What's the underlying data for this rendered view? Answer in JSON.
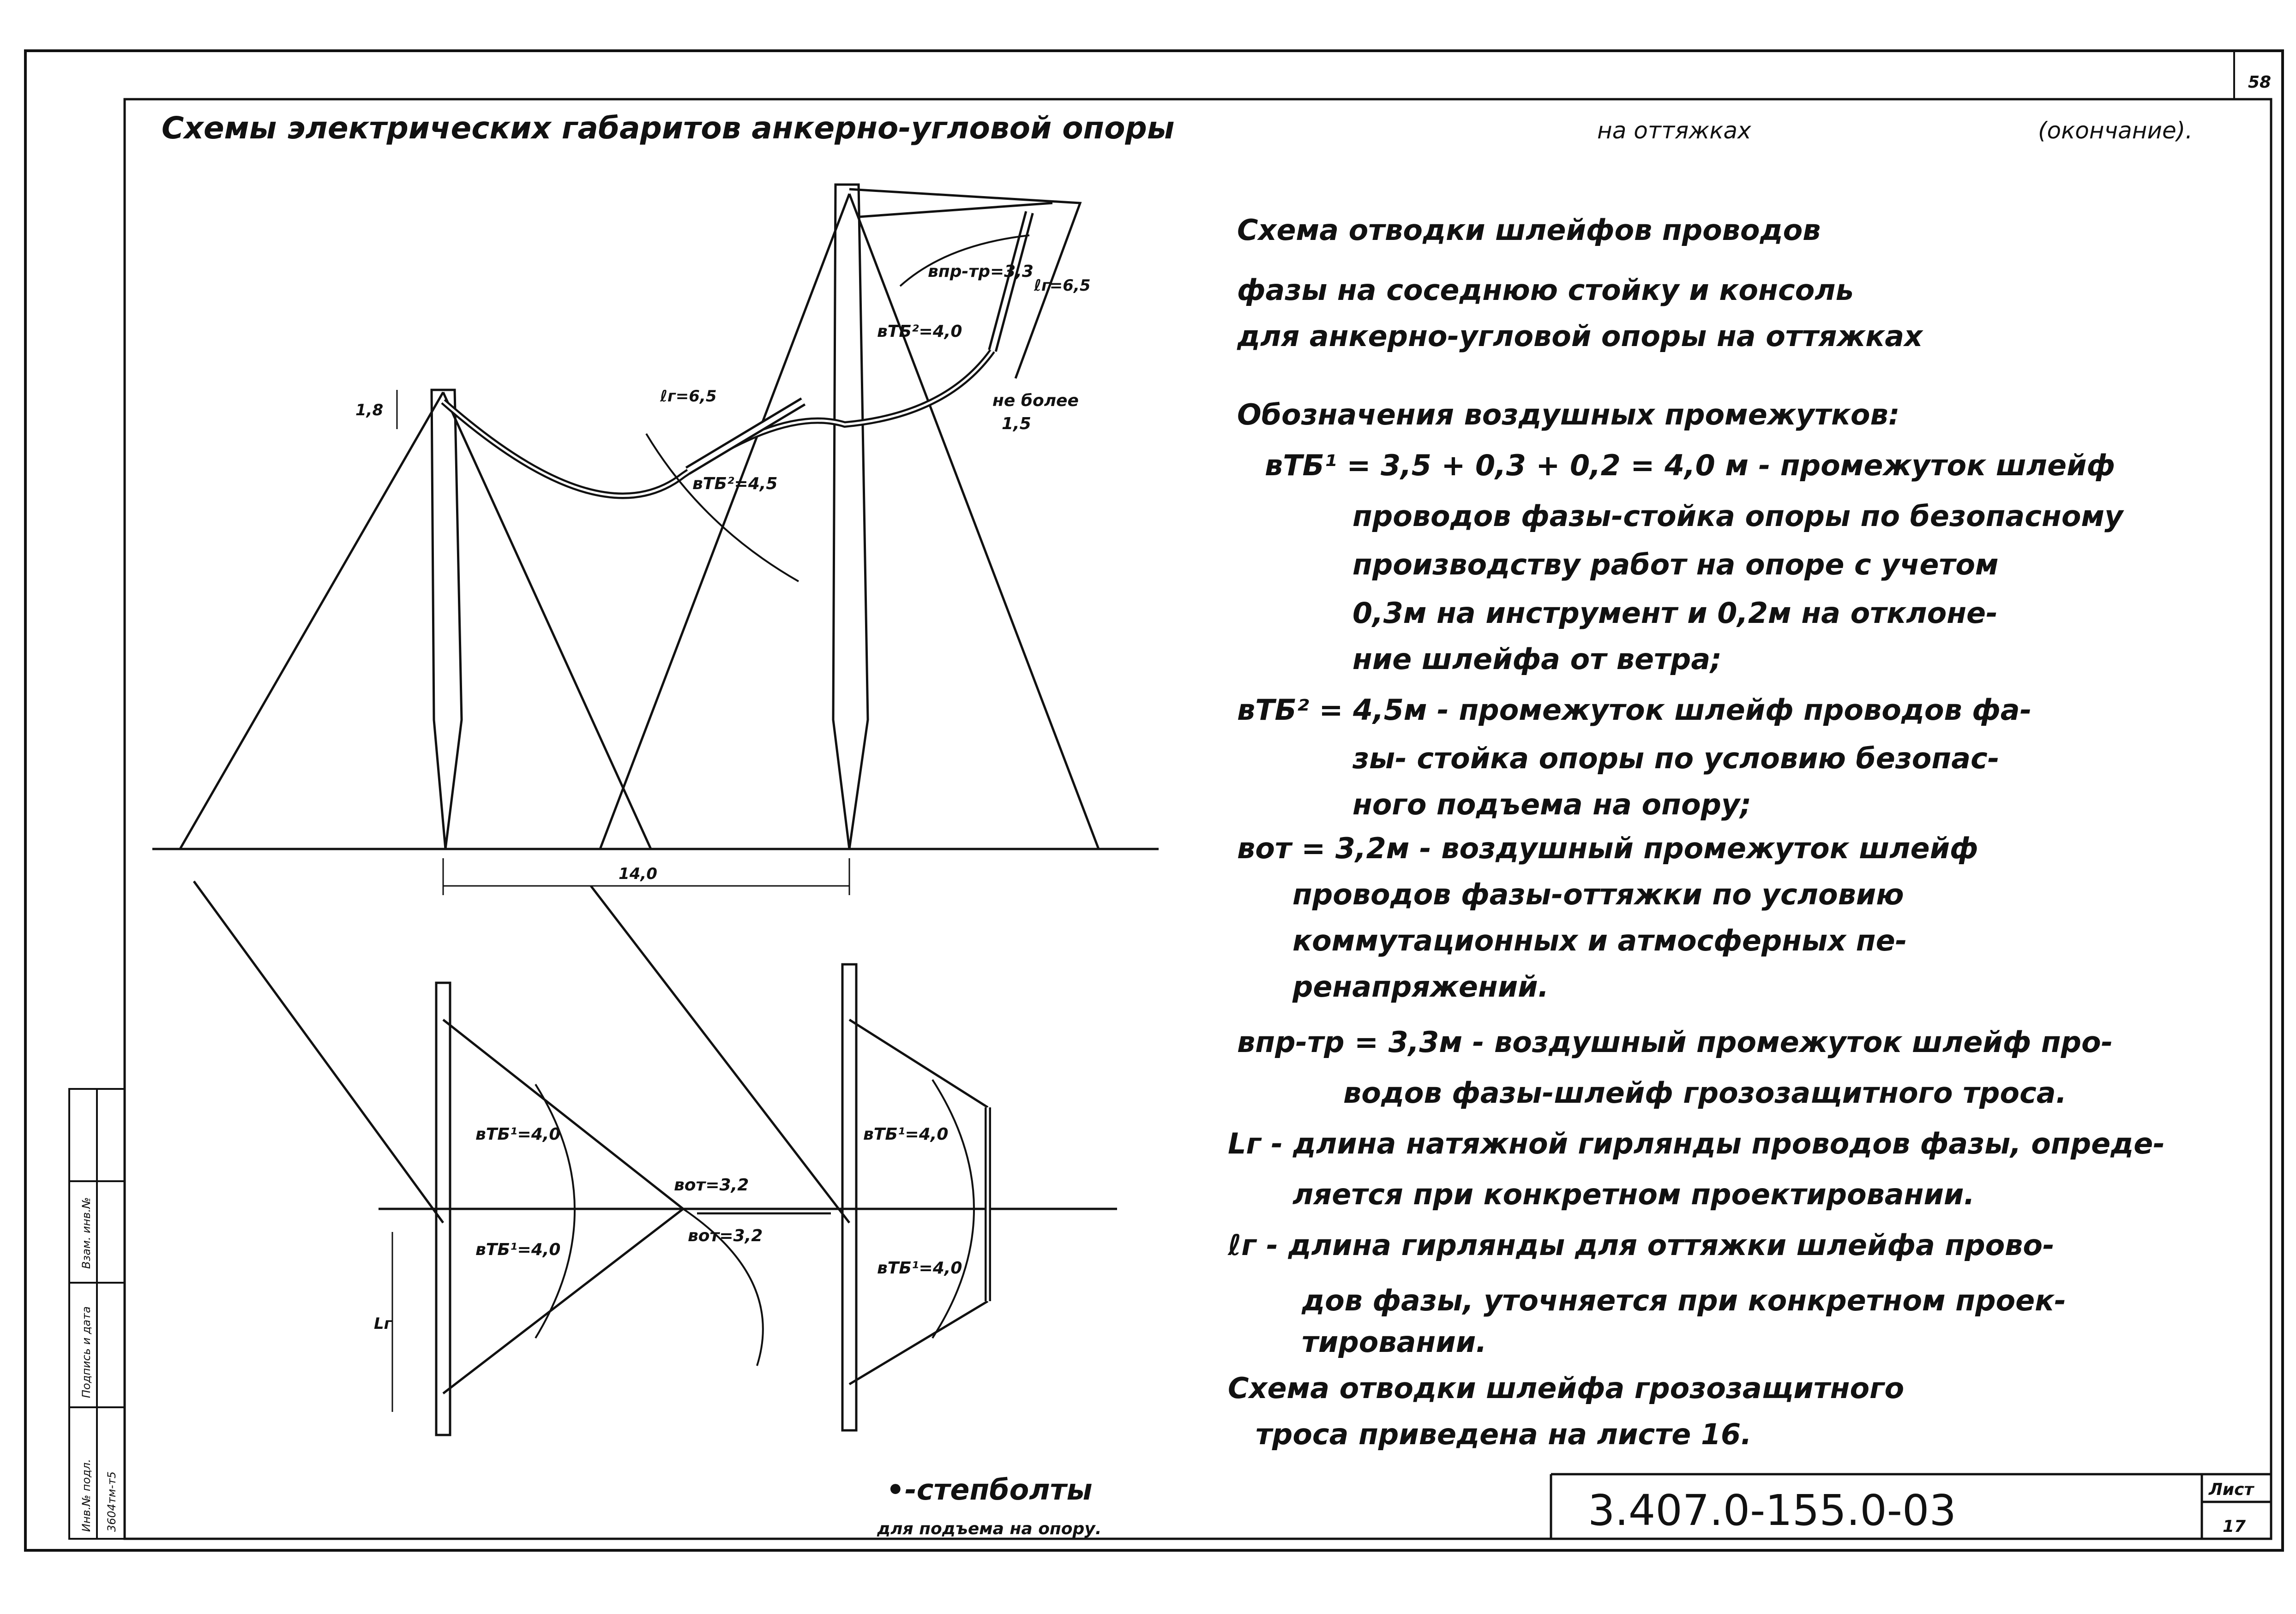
{
  "header": {
    "title": "Схемы электрических габаритов анкерно-угловой опоры",
    "title_suffix": "на оттяжках",
    "continuation": "(окончание).",
    "page_number": "58"
  },
  "notes": {
    "heading_line1": "Схема        отводки шлейфов проводов",
    "heading_line2": "фазы на соседнюю стойку и консоль",
    "heading_line3": "для анкерно-угловой опоры на оттяжках",
    "subheading": "Обозначения воздушных промежутков:",
    "lines": [
      "вТБ¹ = 3,5 + 0,3 + 0,2 = 4,0 м - промежуток шлейф",
      "проводов фазы-стойка опоры по безопасному",
      "производству работ на опоре с учетом",
      "0,3м на инструмент и 0,2м на отклоне-",
      "ние шлейфа от ветра;",
      "вТБ² = 4,5м - промежуток шлейф проводов фа-",
      "зы- стойка опоры по условию безопас-",
      "ного подъема на опору;",
      "вот = 3,2м - воздушный промежуток шлейф",
      "проводов фазы-оттяжки по условию",
      "коммутационных и атмосферных пе-",
      "ренапряжений.",
      "впр-тр = 3,3м - воздушный промежуток шлейф про-",
      "водов фазы-шлейф грозозащитного троса.",
      "Lг - длина натяжной гирлянды проводов фазы, опреде-",
      "ляется при конкретном проектировании.",
      "ℓг - длина гирлянды для оттяжки шлейфа прово-",
      "дов фазы, уточняется при конкретном проек-",
      "тировании.",
      "Схема отводки шлейфа грозозащитного",
      "троса приведена на листе 16."
    ]
  },
  "elevation": {
    "height_label": "1,8",
    "span_label": "14,0",
    "garland_label_1": "ℓг=6,5",
    "garland_label_2": "ℓг=6,5",
    "clear_label_1": "вТБ²=4,5",
    "clear_label_2": "вТБ²=4,0",
    "clear_label_3": "впр-тр=3,3",
    "not_more_label": "не более",
    "not_more_value": "1,5"
  },
  "plan": {
    "left_upper": "вТБ¹=4,0",
    "left_lower": "вТБ¹=4,0",
    "middle_upper": "вот=3,2",
    "middle_lower": "вот=3,2",
    "right_upper": "вТБ¹=4,0",
    "right_lower": "вТБ¹=4,0",
    "lg_label": "Lг",
    "legend_symbol": "•",
    "legend_line1": "-степболты",
    "legend_line2": "для подъема на опору."
  },
  "title_block": {
    "code": "3.407.0-155.0-03",
    "sheet_label": "Лист",
    "sheet_number": "17"
  },
  "stamp": {
    "col1": "Инв.№ подл.",
    "col2": "Подпись и дата",
    "col3": "Взам. инв.№",
    "bottom": "3604тм-т5"
  }
}
